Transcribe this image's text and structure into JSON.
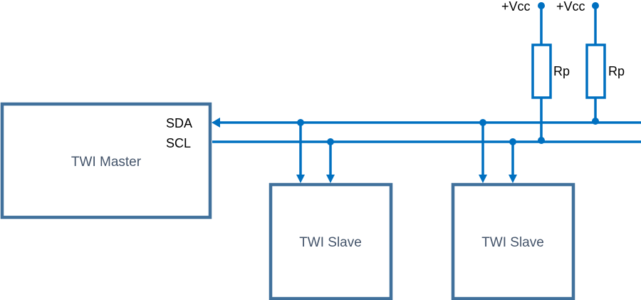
{
  "master": {
    "label": "TWI Master",
    "sda_label": "SDA",
    "scl_label": "SCL"
  },
  "slaves": [
    {
      "label": "TWI Slave"
    },
    {
      "label": "TWI Slave"
    }
  ],
  "pullups": [
    {
      "supply_label": "+Vcc",
      "resistor_label": "Rp"
    },
    {
      "supply_label": "+Vcc",
      "resistor_label": "Rp"
    }
  ],
  "colors": {
    "wire": "#0070C0",
    "box_border": "#41719C",
    "box_text": "#44546A"
  }
}
